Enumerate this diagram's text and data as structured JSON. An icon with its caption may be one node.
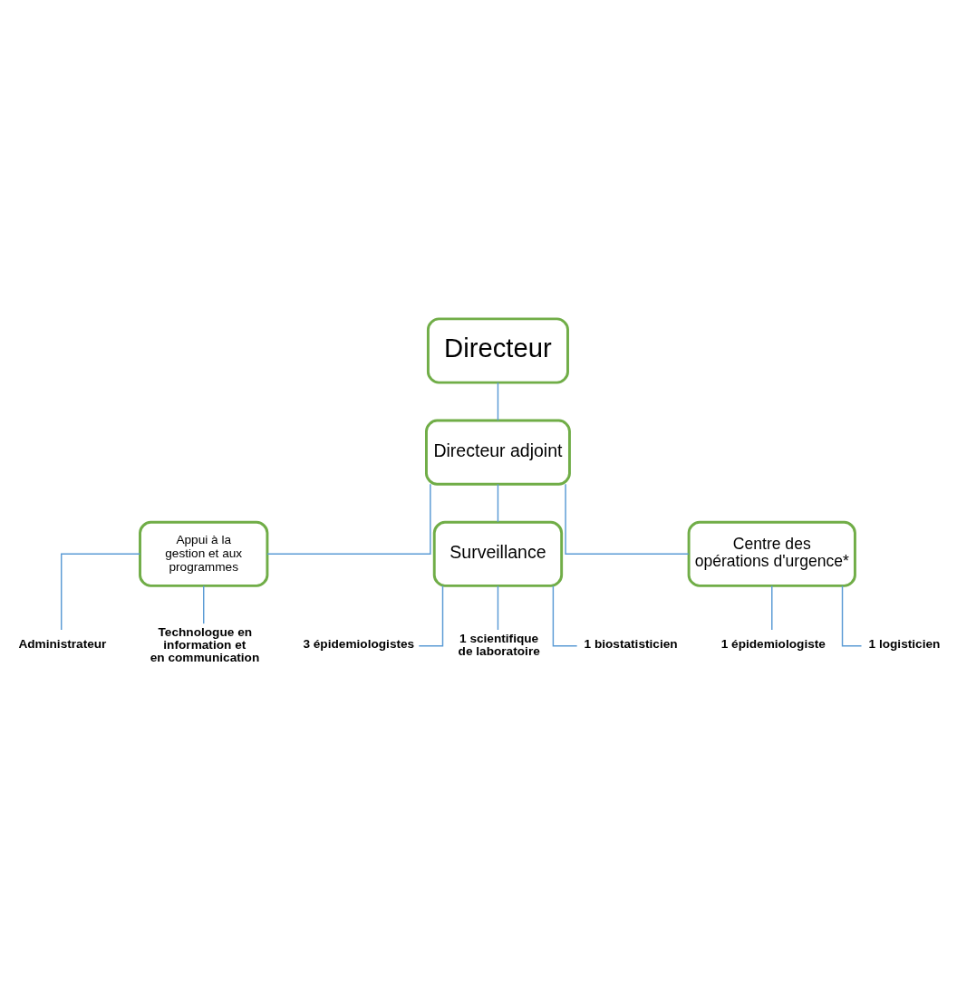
{
  "diagram": {
    "nodes": [
      {
        "text": [
          "Directeur"
        ]
      },
      {
        "text": [
          "Directeur adjoint"
        ]
      },
      {
        "text": [
          "Appui à la gestion et aux programmes"
        ]
      },
      {
        "text": [
          "Administrateur"
        ]
      },
      {
        "text": [
          "Technologue en information et en communication"
        ]
      },
      {
        "text": [
          "Surveillance"
        ]
      },
      {
        "text": [
          "Centre des opérations d'urgence*"
        ]
      },
      {
        "text": [
          "3 épidemiologistes"
        ]
      },
      {
        "text": [
          "1 scientifique de laboratoire"
        ]
      },
      {
        "text": [
          "1 biostatisticien"
        ]
      },
      {
        "text": [
          "1 épidemiologiste"
        ]
      },
      {
        "text": [
          "1 logisticien"
        ]
      }
    ],
    "edges": [
      {
        "from": 0,
        "to": 1,
        "arrow": "none"
      },
      {
        "from": 1,
        "to": 2,
        "arrow": "none"
      },
      {
        "from": 2,
        "to": 3,
        "arrow": "none"
      },
      {
        "from": 2,
        "to": 4,
        "arrow": "none"
      },
      {
        "from": 1,
        "to": 5,
        "arrow": "none"
      },
      {
        "from": 1,
        "to": 6,
        "arrow": "none"
      },
      {
        "from": 5,
        "to": 7,
        "arrow": "none"
      },
      {
        "from": 5,
        "to": 8,
        "arrow": "none"
      },
      {
        "from": 5,
        "to": 9,
        "arrow": "none"
      },
      {
        "from": 6,
        "to": 10,
        "arrow": "none"
      },
      {
        "from": 6,
        "to": 11,
        "arrow": "none"
      }
    ]
  }
}
